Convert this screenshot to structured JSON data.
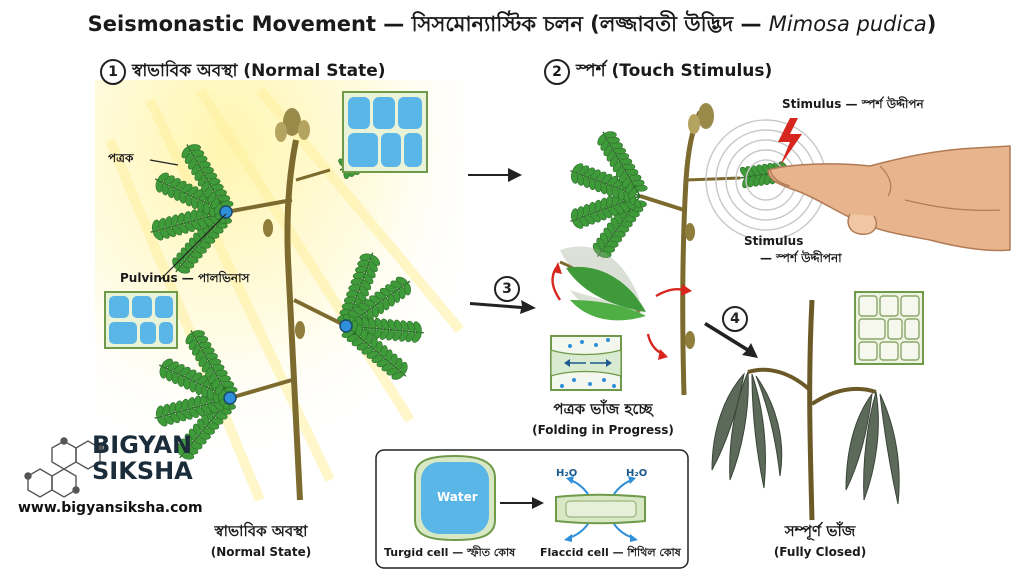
{
  "title": {
    "main": "Seismonastic Movement — সিসমোন্যাস্টিক চলন (লজ্জাবতী উদ্ভিদ — ",
    "italic": "Mimosa pudica",
    "close": ")"
  },
  "steps": [
    {
      "num": "1",
      "label": "স্বাভাবিক অবস্থা (Normal State)"
    },
    {
      "num": "2",
      "label": "স্পর্শ (Touch Stimulus)"
    },
    {
      "num": "3"
    },
    {
      "num": "4"
    }
  ],
  "labels": {
    "leaflet": "পত্রক",
    "pulvinus": "Pulvinus — পালভিনাস",
    "stimulus_top": "Stimulus — স্পর্শ উদ্দীপন",
    "stimulus_mid_1": "Stimulus",
    "stimulus_mid_2": "— স্পর্শ উদ্দীপনা"
  },
  "captions": {
    "normal_bn": "স্বাভাবিক অবস্থা",
    "normal_en": "(Normal State)",
    "folding_bn": "পত্রক ভাঁজ হচ্ছে",
    "folding_en": "(Folding in Progress)",
    "closed_bn": "সম্পূর্ণ ভাঁজ",
    "closed_en": "(Fully Closed)"
  },
  "legend": {
    "water": "Water",
    "h2o_left": "H₂O",
    "h2o_right": "H₂O",
    "turgid": "Turgid cell — স্ফীত কোষ",
    "flaccid": "Flaccid cell — শিথিল কোষ"
  },
  "brand": {
    "line1": "BIGYAN",
    "line2": "SIKSHA",
    "url": "www.bigyansiksha.com"
  },
  "colors": {
    "leaf": "#3f9a3a",
    "leaf_dark": "#2e6e2a",
    "wilted": "#5c6a5a",
    "stem": "#7d6a2e",
    "pulvinus": "#2f8fd8",
    "cell_fill": "#5bb6e8",
    "cell_wall": "#6e9a4a",
    "stimulus_red": "#d7261e",
    "sun": "#fff3a8"
  }
}
